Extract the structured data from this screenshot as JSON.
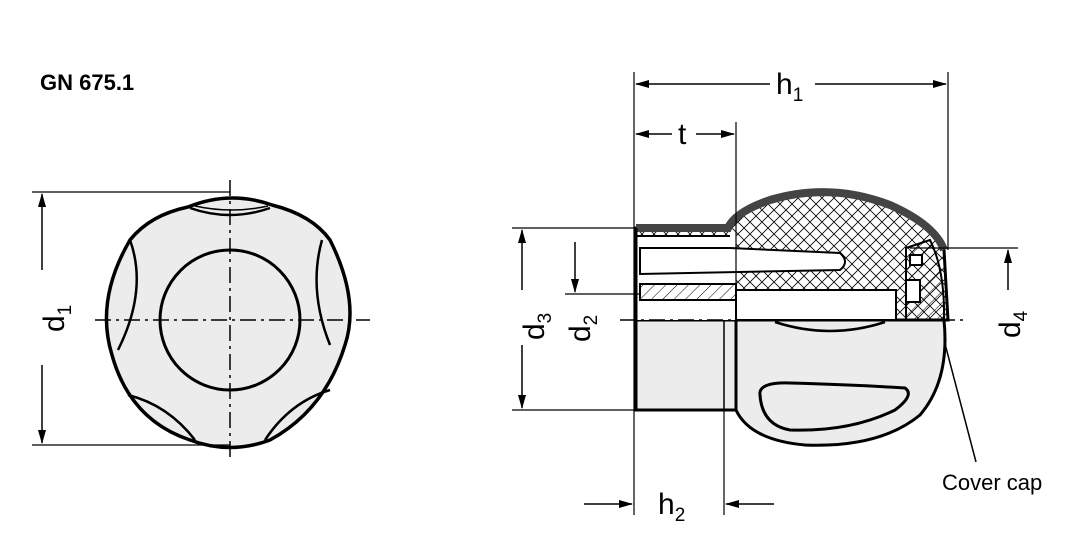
{
  "title": "GN 675.1",
  "labels": {
    "d1": {
      "main": "d",
      "sub": "1"
    },
    "d2": {
      "main": "d",
      "sub": "2"
    },
    "d3": {
      "main": "d",
      "sub": "3"
    },
    "d4": {
      "main": "d",
      "sub": "4"
    },
    "h1": {
      "main": "h",
      "sub": "1"
    },
    "h2": {
      "main": "h",
      "sub": "2"
    },
    "t": "t",
    "cover_cap": "Cover cap"
  },
  "colors": {
    "line": "#000000",
    "fill": "#ececec",
    "section_dark": "#555555"
  }
}
